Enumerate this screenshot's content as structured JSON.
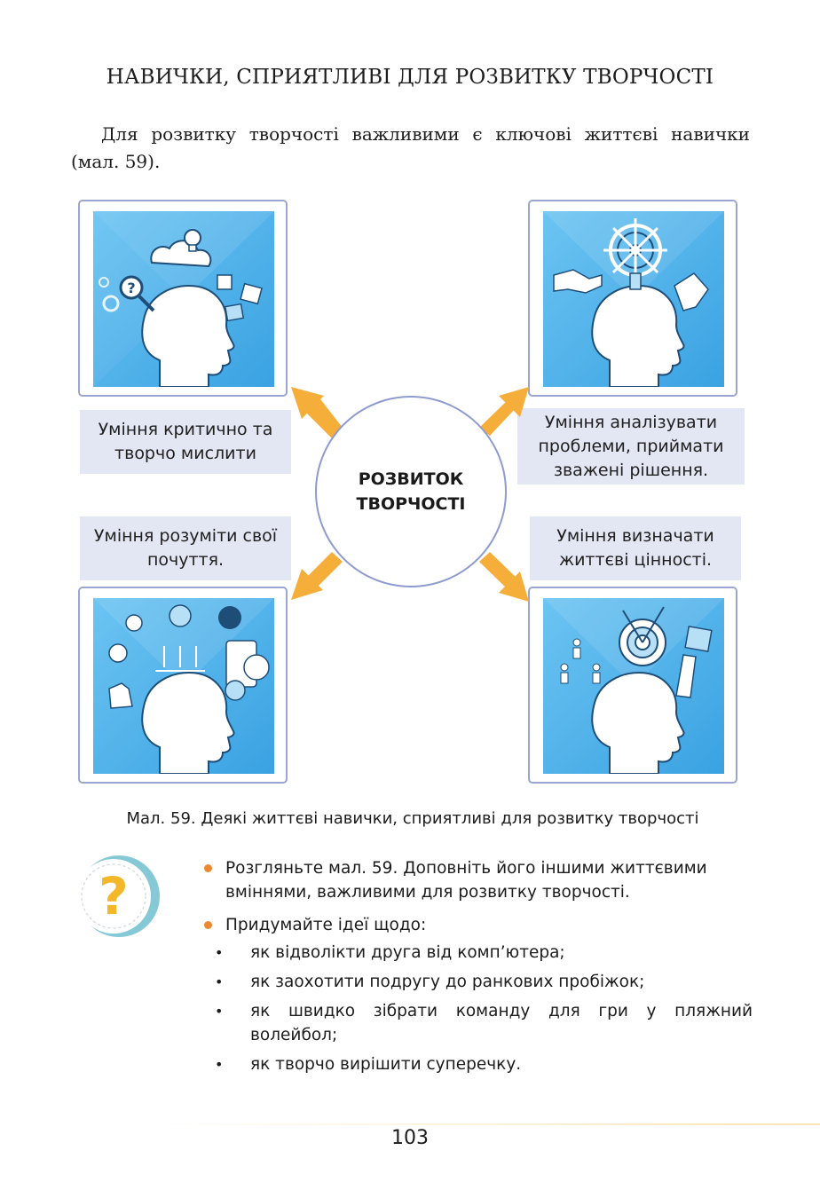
{
  "title": "НАВИЧКИ, СПРИЯТЛИВІ ДЛЯ РОЗВИТКУ ТВОРЧОСТІ",
  "intro": "Для розвитку творчості важливими є ключові життєві навички (мал. 59).",
  "diagram": {
    "center": "РОЗВИТОК ТВОРЧОСТІ",
    "skills": {
      "top_left": "Уміння критично та творчо мислити",
      "top_right": "Уміння аналізувати проблеми, приймати зважені рішення.",
      "bottom_left": "Уміння розуміти свої почуття.",
      "bottom_right": "Уміння визначати життєві цінності."
    },
    "icons": {
      "top_left": "head-thinking-icon",
      "top_right": "head-decision-icon",
      "bottom_left": "head-emotions-icon",
      "bottom_right": "head-values-icon",
      "badge": "question-mark-icon"
    },
    "colors": {
      "panel_bg": "#5bb8ec",
      "arrow": "#f6ae3a",
      "label_bg": "#e3e6f3",
      "question": "#f5b72a"
    }
  },
  "caption": "Мал. 59. Деякі життєві навички, сприятливі для розвитку творчості",
  "tasks": [
    "Розгляньте мал. 59. Доповніть його іншими життєвими вміннями, важливими для розвитку творчості.",
    "Придумайте ідеї щодо:"
  ],
  "subtasks": [
    "як відволікти друга від комп’ютера;",
    "як заохотити подругу до ранкових пробіжок;",
    "як швидко зібрати команду для гри у пляжний волейбол;",
    "як творчо вирішити суперечку."
  ],
  "page_number": "103"
}
